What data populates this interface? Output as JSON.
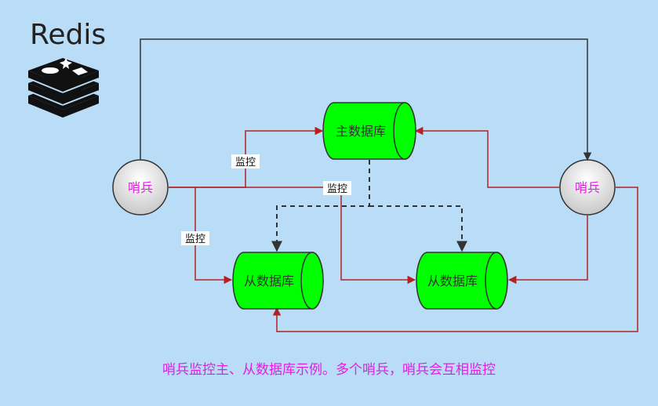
{
  "logo": {
    "text": "Redis"
  },
  "nodes": {
    "master": "主数据库",
    "slave_left": "从数据库",
    "slave_right": "从数据库",
    "sentinel_left": "哨兵",
    "sentinel_right": "哨兵"
  },
  "labels": {
    "monitor_top": "监控",
    "monitor_mid": "监控",
    "monitor_left": "监控"
  },
  "caption": "哨兵监控主、从数据库示例。多个哨兵，哨兵会互相监控",
  "colors": {
    "background": "#b9dcf7",
    "database_fill": "#00ff00",
    "monitor_line": "#b22222",
    "sentinel_text": "#e020e0",
    "caption_text": "#e020e0",
    "neutral_line": "#333333"
  }
}
